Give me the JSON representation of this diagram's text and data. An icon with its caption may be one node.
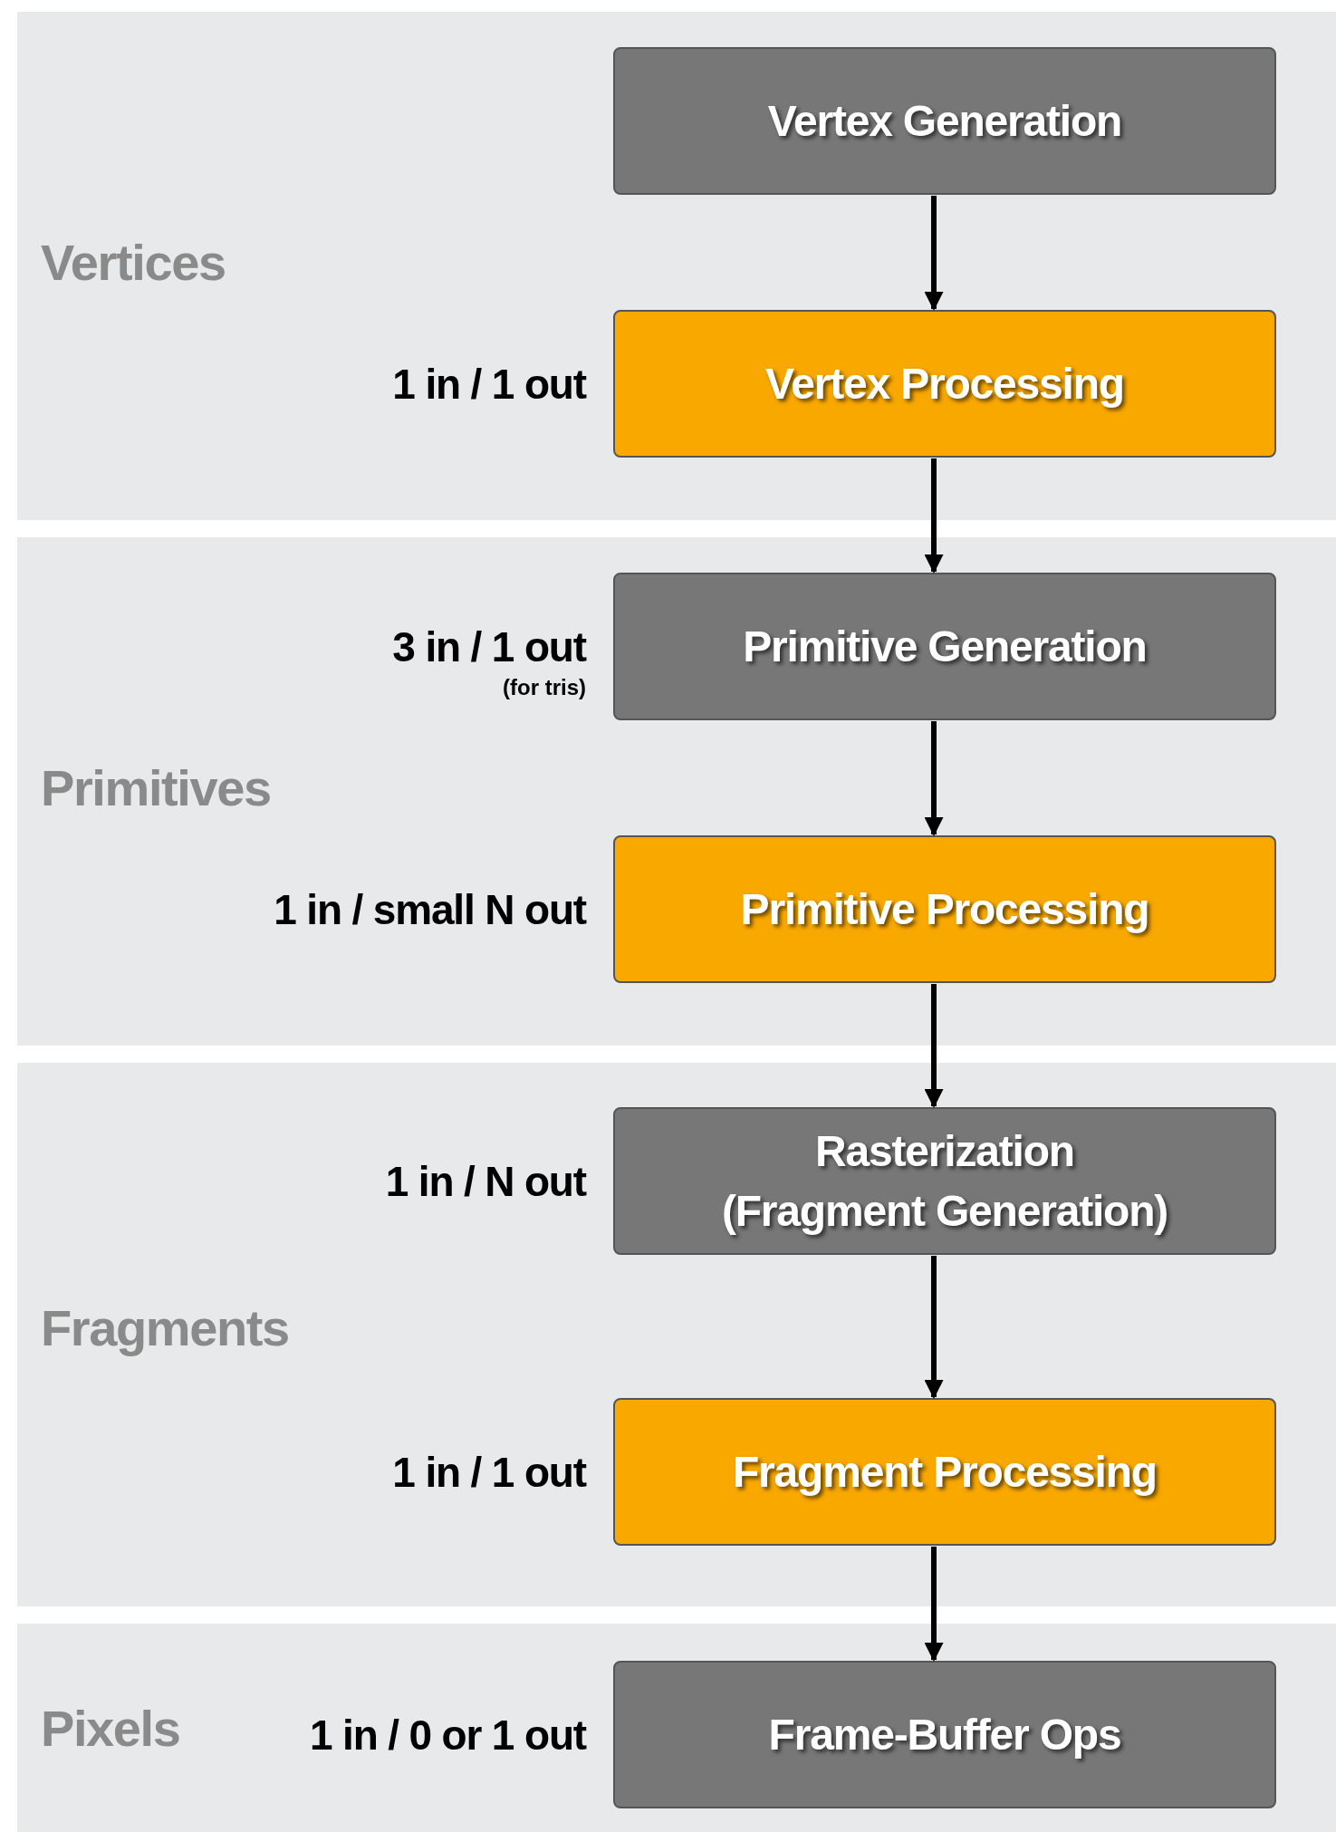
{
  "diagram": {
    "nodes": [
      {
        "text": [
          "Vertices"
        ]
      },
      {
        "text": [
          "Vertex Generation"
        ],
        "in": 0
      },
      {
        "text": [
          "Vertex Processing"
        ],
        "in": 0,
        "beside": [
          "1 in / 1 out"
        ]
      },
      {
        "text": [
          "Primitives"
        ]
      },
      {
        "text": [
          "Primitive Generation"
        ],
        "in": 3,
        "beside": [
          "3 in / 1 out",
          "(for tris)"
        ]
      },
      {
        "text": [
          "Primitive Processing"
        ],
        "in": 3,
        "beside": [
          "1 in / small N out"
        ]
      },
      {
        "text": [
          "Fragments"
        ]
      },
      {
        "text": [
          "Rasterization",
          "(Fragment Generation)"
        ],
        "in": 6,
        "beside": [
          "1 in / N out"
        ]
      },
      {
        "text": [
          "Fragment Processing"
        ],
        "in": 6,
        "beside": [
          "1 in / 1 out"
        ]
      },
      {
        "text": [
          "Pixels"
        ]
      },
      {
        "text": [
          "Frame-Buffer Ops"
        ],
        "in": 9,
        "beside": [
          "1 in / 0 or 1 out"
        ]
      }
    ],
    "edges": [
      {
        "from": 1,
        "to": 2,
        "arrow": "to"
      },
      {
        "from": 2,
        "to": 4,
        "arrow": "to"
      },
      {
        "from": 4,
        "to": 5,
        "arrow": "to"
      },
      {
        "from": 5,
        "to": 7,
        "arrow": "to"
      },
      {
        "from": 7,
        "to": 8,
        "arrow": "to"
      },
      {
        "from": 8,
        "to": 10,
        "arrow": "to"
      }
    ]
  }
}
